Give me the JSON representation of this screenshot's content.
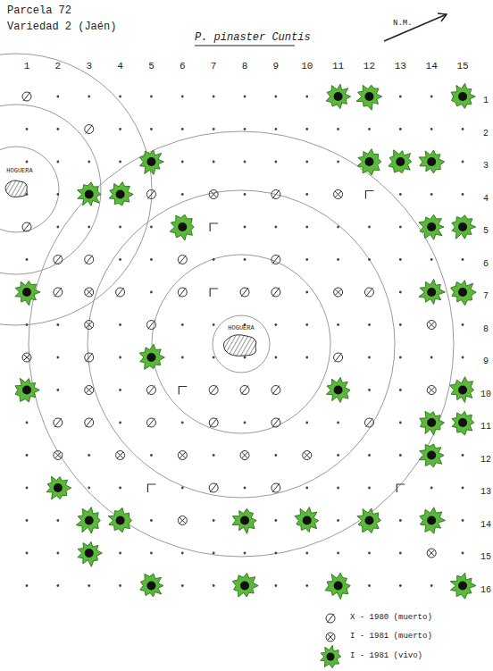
{
  "diagram": {
    "title": "P. pinaster Cuntis",
    "labels": [
      "Parcela 72",
      "Variedad 2 (Jaén)",
      "N.M.",
      "1",
      "2",
      "3",
      "4",
      "5",
      "6",
      "7",
      "8",
      "9",
      "10",
      "11",
      "12",
      "13",
      "14",
      "15",
      "1",
      "2",
      "3",
      "4",
      "5",
      "6",
      "7",
      "8",
      "9",
      "10",
      "11",
      "12",
      "13",
      "14",
      "15",
      "16",
      "HOGUERA",
      "HOGUERA"
    ],
    "legend": [
      {
        "text": "X - 1980 (muerto)"
      },
      {
        "text": "I - 1981 (muerto)"
      },
      {
        "text": "I - 1981 (vivo)"
      }
    ]
  }
}
